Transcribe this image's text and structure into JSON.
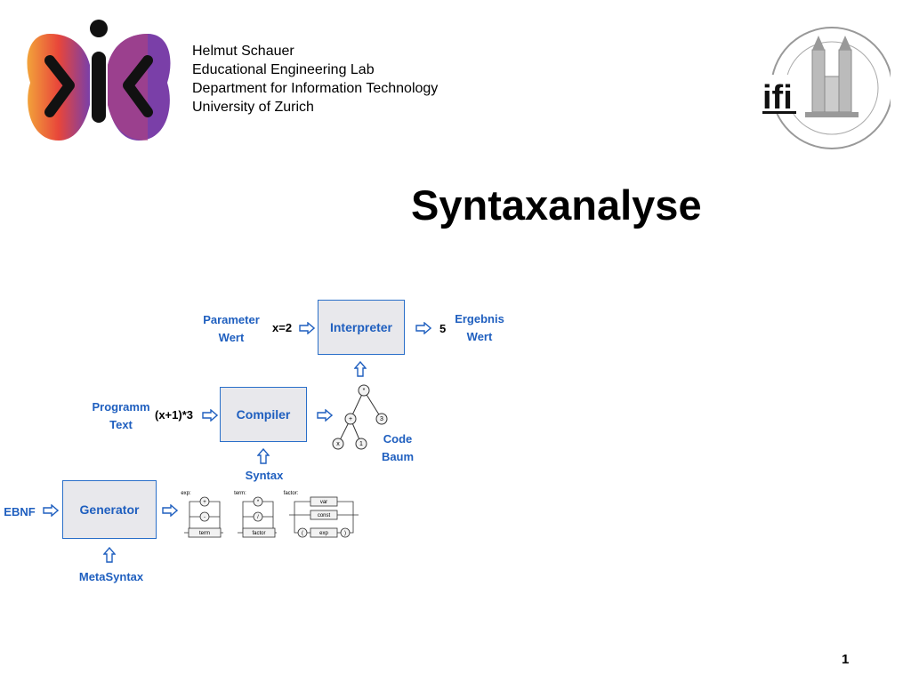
{
  "header": {
    "author_lines": [
      "Helmut Schauer",
      "Educational Engineering Lab",
      "Department for Information Technology",
      "University of Zurich"
    ],
    "logo_right_text": "ifi"
  },
  "slide": {
    "title": "Syntaxanalyse",
    "page_number": "1"
  },
  "diagram": {
    "interpreter": {
      "label": "Interpreter",
      "input_label": "Parameter\nWert",
      "input_value": "x=2",
      "output_value": "5",
      "output_label": "Ergebnis\nWert"
    },
    "compiler": {
      "label": "Compiler",
      "input_label": "Programm\nText",
      "input_value": "(x+1)*3",
      "below_label": "Syntax"
    },
    "tree": {
      "nodes": [
        "*",
        "+",
        "3",
        "x",
        "1"
      ],
      "label": "Code\nBaum"
    },
    "generator": {
      "label": "Generator",
      "input_label": "EBNF",
      "below_label": "MetaSyntax"
    },
    "syntax_charts": {
      "exp": {
        "name": "exp:",
        "ops": [
          "+",
          "-"
        ],
        "box": "term"
      },
      "term": {
        "name": "term:",
        "ops": [
          "*",
          "/"
        ],
        "box": "factor"
      },
      "factor": {
        "name": "factor:",
        "boxes": [
          "var",
          "const",
          "exp"
        ],
        "parens": [
          "(",
          ")"
        ]
      }
    }
  },
  "colors": {
    "accent": "#1f5fbf",
    "box_fill": "#e8e8ec",
    "box_border": "#2a6fc9"
  }
}
